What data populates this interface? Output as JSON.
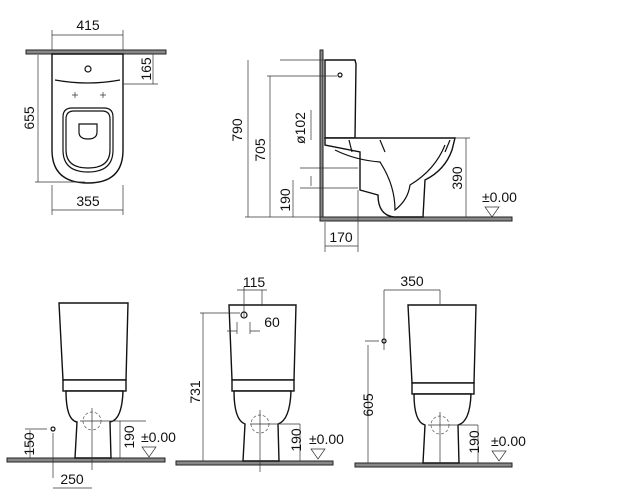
{
  "top_view": {
    "width_top": "415",
    "tank_depth": "165",
    "depth": "655",
    "width_bottom": "355"
  },
  "side_view": {
    "height_total": "790",
    "inlet_height": "705",
    "outlet_diameter": "ø102",
    "outlet_height": "190",
    "rim_height": "390",
    "floor_level": "±0.00",
    "wall_distance": "170"
  },
  "front_view_1": {
    "supply_height": "150",
    "outlet_height": "190",
    "floor_level": "±0.00",
    "supply_offset": "250"
  },
  "front_view_2": {
    "inlet_offset": "115",
    "inlet_width": "60",
    "inlet_height": "731",
    "outlet_height": "190",
    "floor_level": "±0.00"
  },
  "front_view_3": {
    "supply_offset": "350",
    "supply_height": "605",
    "outlet_height": "190",
    "floor_level": "±0.00"
  }
}
